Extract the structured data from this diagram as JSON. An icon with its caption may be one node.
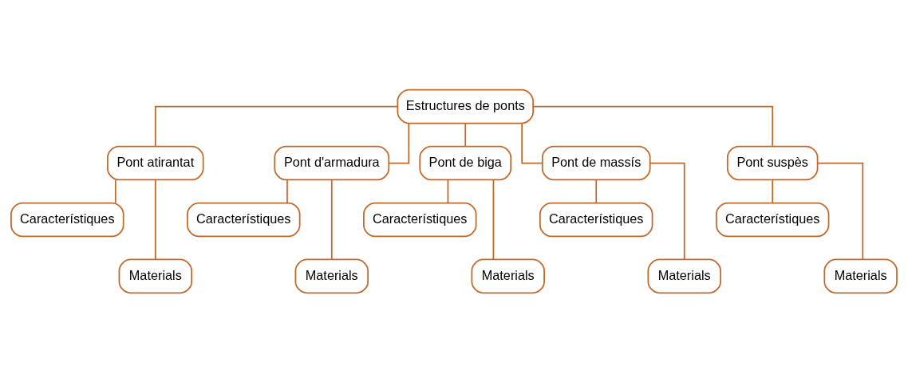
{
  "diagram": {
    "nodes": [
      {
        "text": [
          "Estructures de ponts"
        ]
      },
      {
        "text": [
          "Pont atirantat"
        ]
      },
      {
        "text": [
          "Característiques"
        ]
      },
      {
        "text": [
          "Materials"
        ]
      },
      {
        "text": [
          "Pont d'armadura"
        ]
      },
      {
        "text": [
          "Característiques"
        ]
      },
      {
        "text": [
          "Materials"
        ]
      },
      {
        "text": [
          "Pont de biga"
        ]
      },
      {
        "text": [
          "Característiques"
        ]
      },
      {
        "text": [
          "Materials"
        ]
      },
      {
        "text": [
          "Pont de massís"
        ]
      },
      {
        "text": [
          "Característiques"
        ]
      },
      {
        "text": [
          "Materials"
        ]
      },
      {
        "text": [
          "Pont suspès"
        ]
      },
      {
        "text": [
          "Característiques"
        ]
      },
      {
        "text": [
          "Materials"
        ]
      }
    ],
    "edges": [
      {
        "from": 0,
        "to": 1,
        "arrow": "none"
      },
      {
        "from": 0,
        "to": 4,
        "arrow": "none"
      },
      {
        "from": 0,
        "to": 7,
        "arrow": "none"
      },
      {
        "from": 0,
        "to": 10,
        "arrow": "none"
      },
      {
        "from": 0,
        "to": 13,
        "arrow": "none"
      },
      {
        "from": 1,
        "to": 2,
        "arrow": "none"
      },
      {
        "from": 1,
        "to": 3,
        "arrow": "none"
      },
      {
        "from": 4,
        "to": 5,
        "arrow": "none"
      },
      {
        "from": 4,
        "to": 6,
        "arrow": "none"
      },
      {
        "from": 7,
        "to": 8,
        "arrow": "none"
      },
      {
        "from": 7,
        "to": 9,
        "arrow": "none"
      },
      {
        "from": 10,
        "to": 11,
        "arrow": "none"
      },
      {
        "from": 10,
        "to": 12,
        "arrow": "none"
      },
      {
        "from": 13,
        "to": 14,
        "arrow": "none"
      },
      {
        "from": 13,
        "to": 15,
        "arrow": "none"
      }
    ]
  }
}
